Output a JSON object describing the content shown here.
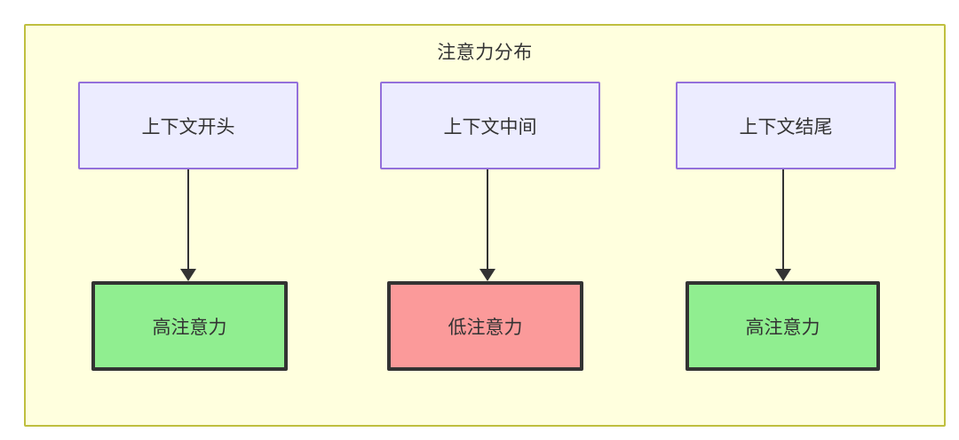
{
  "diagram": {
    "type": "flowchart",
    "title": "注意力分布",
    "container": {
      "fill_color": "#ffffde",
      "border_color": "#bfbf3f"
    },
    "nodes": {
      "top": [
        {
          "id": "context-start",
          "label": "上下文开头",
          "fill_color": "#ececff",
          "border_color": "#9370db"
        },
        {
          "id": "context-middle",
          "label": "上下文中间",
          "fill_color": "#ececff",
          "border_color": "#9370db"
        },
        {
          "id": "context-end",
          "label": "上下文结尾",
          "fill_color": "#ececff",
          "border_color": "#9370db"
        }
      ],
      "bottom": [
        {
          "id": "high-attention-start",
          "label": "高注意力",
          "fill_color": "#90ee90",
          "border_color": "#333333"
        },
        {
          "id": "low-attention-middle",
          "label": "低注意力",
          "fill_color": "#fb9a9a",
          "border_color": "#333333"
        },
        {
          "id": "high-attention-end",
          "label": "高注意力",
          "fill_color": "#90ee90",
          "border_color": "#333333"
        }
      ]
    },
    "edges": [
      {
        "from": "context-start",
        "to": "high-attention-start",
        "style": "solid-arrow"
      },
      {
        "from": "context-middle",
        "to": "low-attention-middle",
        "style": "solid-arrow"
      },
      {
        "from": "context-end",
        "to": "high-attention-end",
        "style": "solid-arrow"
      }
    ],
    "edge_color": "#333333"
  }
}
